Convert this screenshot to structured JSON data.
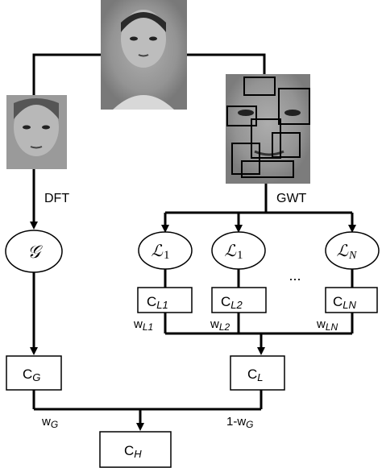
{
  "images": {
    "top_face": "face-photo",
    "left_face": "face-photo-cropped",
    "right_face": "face-photo-with-patches"
  },
  "edges": {
    "dft": "DFT",
    "gwt": "GWT"
  },
  "nodes": {
    "global": {
      "symbol": "𝒢"
    },
    "local1": {
      "symbol": "ℒ",
      "sub": "1"
    },
    "local2": {
      "symbol": "ℒ",
      "sub": "1"
    },
    "localN": {
      "symbol": "ℒ",
      "sub": "N"
    },
    "ellipsis": "..."
  },
  "classifiers": {
    "cl1": {
      "main": "C",
      "sub": "L1"
    },
    "cl2": {
      "main": "C",
      "sub": "L2"
    },
    "cln": {
      "main": "C",
      "sub": "LN"
    },
    "cg": {
      "main": "C",
      "sub": "G"
    },
    "cl": {
      "main": "C",
      "sub": "L"
    },
    "ch": {
      "main": "C",
      "sub": "H"
    }
  },
  "weights": {
    "wl1": {
      "main": "w",
      "sub": "L1"
    },
    "wl2": {
      "main": "w",
      "sub": "L2"
    },
    "wln": {
      "main": "w",
      "sub": "LN"
    },
    "wg": {
      "main": "w",
      "sub": "G"
    },
    "one_minus_wg": {
      "main": "1-w",
      "sub": "G"
    }
  }
}
